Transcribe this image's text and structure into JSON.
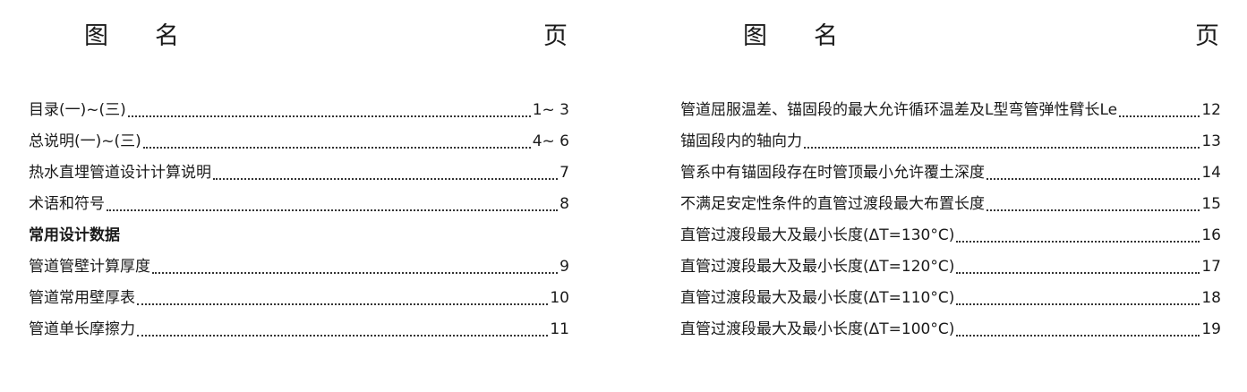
{
  "left": {
    "header_name": "图名",
    "header_page": "页",
    "entries": [
      {
        "title": "目录(一)~(三)",
        "page": "1~ 3"
      },
      {
        "title": "总说明(一)~(三)",
        "page": "4~ 6"
      },
      {
        "title": "热水直埋管道设计计算说明",
        "page": "7"
      },
      {
        "title": "术语和符号",
        "page": "8"
      },
      {
        "title": "常用设计数据",
        "page": ""
      },
      {
        "title": "管道管壁计算厚度",
        "page": "9"
      },
      {
        "title": "管道常用壁厚表",
        "page": "10"
      },
      {
        "title": "管道单长摩擦力",
        "page": "11"
      }
    ]
  },
  "right": {
    "header_name": "图名",
    "header_page": "页",
    "entries": [
      {
        "title": "管道屈服温差、锚固段的最大允许循环温差及L型弯管弹性臂长Le",
        "page": "12"
      },
      {
        "title": "锚固段内的轴向力",
        "page": "13"
      },
      {
        "title": "管系中有锚固段存在时管顶最小允许覆土深度",
        "page": "14"
      },
      {
        "title": "不满足安定性条件的直管过渡段最大布置长度",
        "page": "15"
      },
      {
        "title": "直管过渡段最大及最小长度(ΔT=130°C)",
        "page": "16"
      },
      {
        "title": "直管过渡段最大及最小长度(ΔT=120°C)",
        "page": "17"
      },
      {
        "title": "直管过渡段最大及最小长度(ΔT=110°C)",
        "page": "18"
      },
      {
        "title": "直管过渡段最大及最小长度(ΔT=100°C)",
        "page": "19"
      }
    ]
  }
}
